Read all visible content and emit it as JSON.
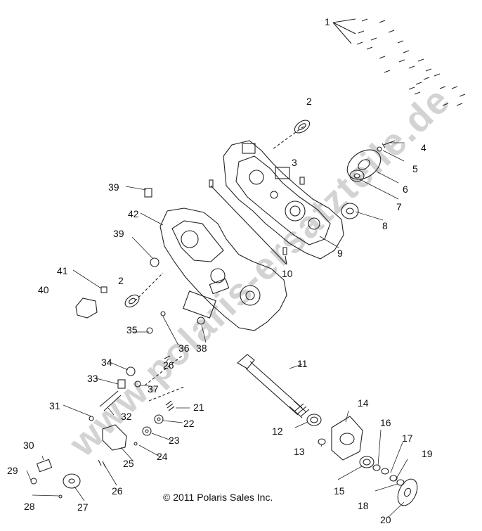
{
  "callouts": [
    {
      "id": "c1",
      "label": "1"
    },
    {
      "id": "c2a",
      "label": "2"
    },
    {
      "id": "c2b",
      "label": "2"
    },
    {
      "id": "c3",
      "label": "3"
    },
    {
      "id": "c4",
      "label": "4"
    },
    {
      "id": "c5",
      "label": "5"
    },
    {
      "id": "c6",
      "label": "6"
    },
    {
      "id": "c7",
      "label": "7"
    },
    {
      "id": "c8",
      "label": "8"
    },
    {
      "id": "c9",
      "label": "9"
    },
    {
      "id": "c10",
      "label": "10"
    },
    {
      "id": "c11",
      "label": "11"
    },
    {
      "id": "c12",
      "label": "12"
    },
    {
      "id": "c13",
      "label": "13"
    },
    {
      "id": "c14",
      "label": "14"
    },
    {
      "id": "c15",
      "label": "15"
    },
    {
      "id": "c16",
      "label": "16"
    },
    {
      "id": "c17",
      "label": "17"
    },
    {
      "id": "c18",
      "label": "18"
    },
    {
      "id": "c19",
      "label": "19"
    },
    {
      "id": "c20",
      "label": "20"
    },
    {
      "id": "c21",
      "label": "21"
    },
    {
      "id": "c22",
      "label": "22"
    },
    {
      "id": "c23",
      "label": "23"
    },
    {
      "id": "c24",
      "label": "24"
    },
    {
      "id": "c25",
      "label": "25"
    },
    {
      "id": "c26a",
      "label": "26"
    },
    {
      "id": "c26b",
      "label": "26"
    },
    {
      "id": "c27",
      "label": "27"
    },
    {
      "id": "c28",
      "label": "28"
    },
    {
      "id": "c29",
      "label": "29"
    },
    {
      "id": "c30",
      "label": "30"
    },
    {
      "id": "c31",
      "label": "31"
    },
    {
      "id": "c32",
      "label": "32"
    },
    {
      "id": "c33",
      "label": "33"
    },
    {
      "id": "c34",
      "label": "34"
    },
    {
      "id": "c35",
      "label": "35"
    },
    {
      "id": "c36",
      "label": "36"
    },
    {
      "id": "c37",
      "label": "37"
    },
    {
      "id": "c38",
      "label": "38"
    },
    {
      "id": "c39a",
      "label": "39"
    },
    {
      "id": "c39b",
      "label": "39"
    },
    {
      "id": "c40",
      "label": "40"
    },
    {
      "id": "c41",
      "label": "41"
    },
    {
      "id": "c42",
      "label": "42"
    }
  ],
  "copyright": "© 2011 Polaris Sales Inc.",
  "watermark": "www.polaris-ersatzteile.de"
}
